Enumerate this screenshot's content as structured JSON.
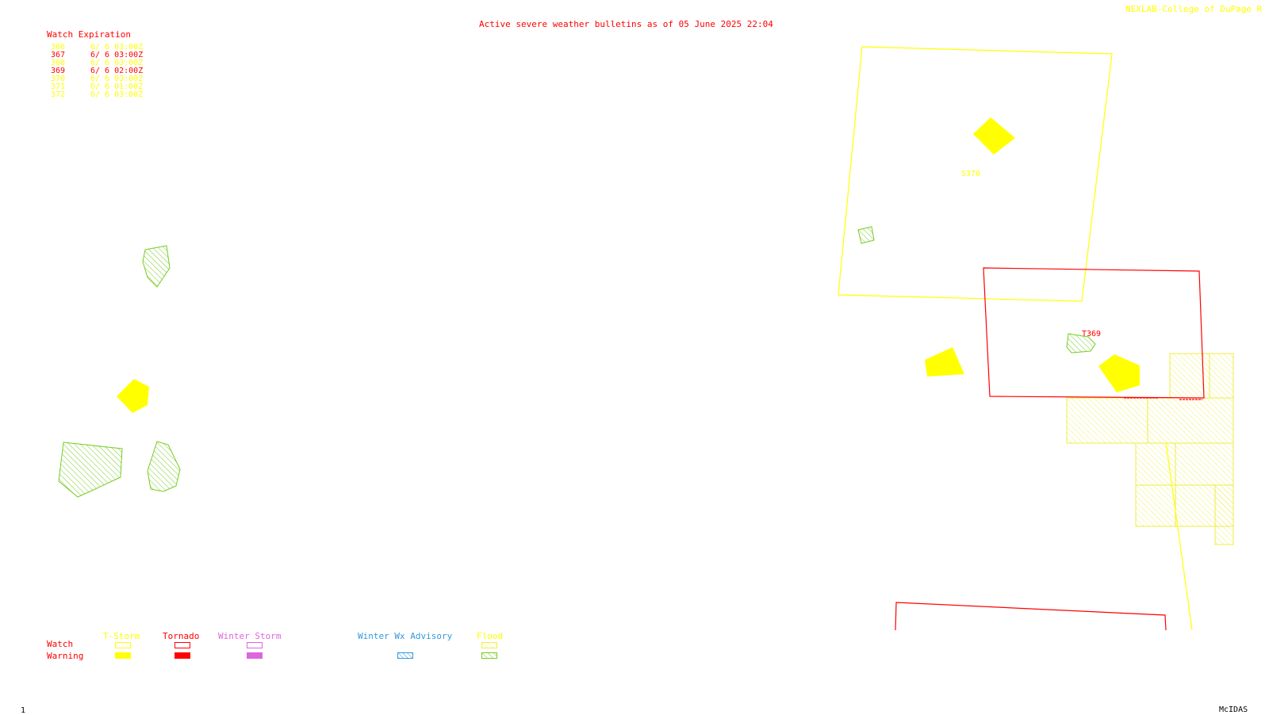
{
  "header": {
    "title": "Active severe weather bulletins as of 05 June 2025 22:04",
    "source": "NEXLAB-College of DuPage R",
    "title_color": "#ff0000",
    "source_color": "#ffff00"
  },
  "watch_expiration": {
    "heading": "Watch Expiration",
    "rows": [
      {
        "number": "366",
        "time": "6/ 6 03:00Z",
        "color": "#ffff00"
      },
      {
        "number": "367",
        "time": "6/ 6 03:00Z",
        "color": "#ff0000"
      },
      {
        "number": "368",
        "time": "6/ 6 03:00Z",
        "color": "#ffff00"
      },
      {
        "number": "369",
        "time": "6/ 6 02:00Z",
        "color": "#ff0000"
      },
      {
        "number": "370",
        "time": "6/ 6 03:00Z",
        "color": "#ffff00"
      },
      {
        "number": "371",
        "time": "6/ 6 01:00Z",
        "color": "#ffff00"
      },
      {
        "number": "372",
        "time": "6/ 6 03:00Z",
        "color": "#ffff00"
      }
    ]
  },
  "map_labels": {
    "s370": "S370",
    "t369": "T369"
  },
  "legend": {
    "watch_label": "Watch",
    "warning_label": "Warning",
    "categories": [
      {
        "name": "T-Storm",
        "color": "#ffff00",
        "icon": "tstorm-swatch"
      },
      {
        "name": "Tornado",
        "color": "#ff0000",
        "icon": "tornado-swatch"
      },
      {
        "name": "Winter Storm",
        "color": "#dd66dd",
        "icon": "winter-storm-swatch"
      },
      {
        "name": "Winter Wx Advisory",
        "color": "#3399dd",
        "icon": "winter-advisory-swatch"
      },
      {
        "name": "Flood",
        "color": "#ffff00",
        "icon": "flood-swatch"
      }
    ]
  },
  "footer": {
    "frame": "1",
    "software": "McIDAS"
  }
}
